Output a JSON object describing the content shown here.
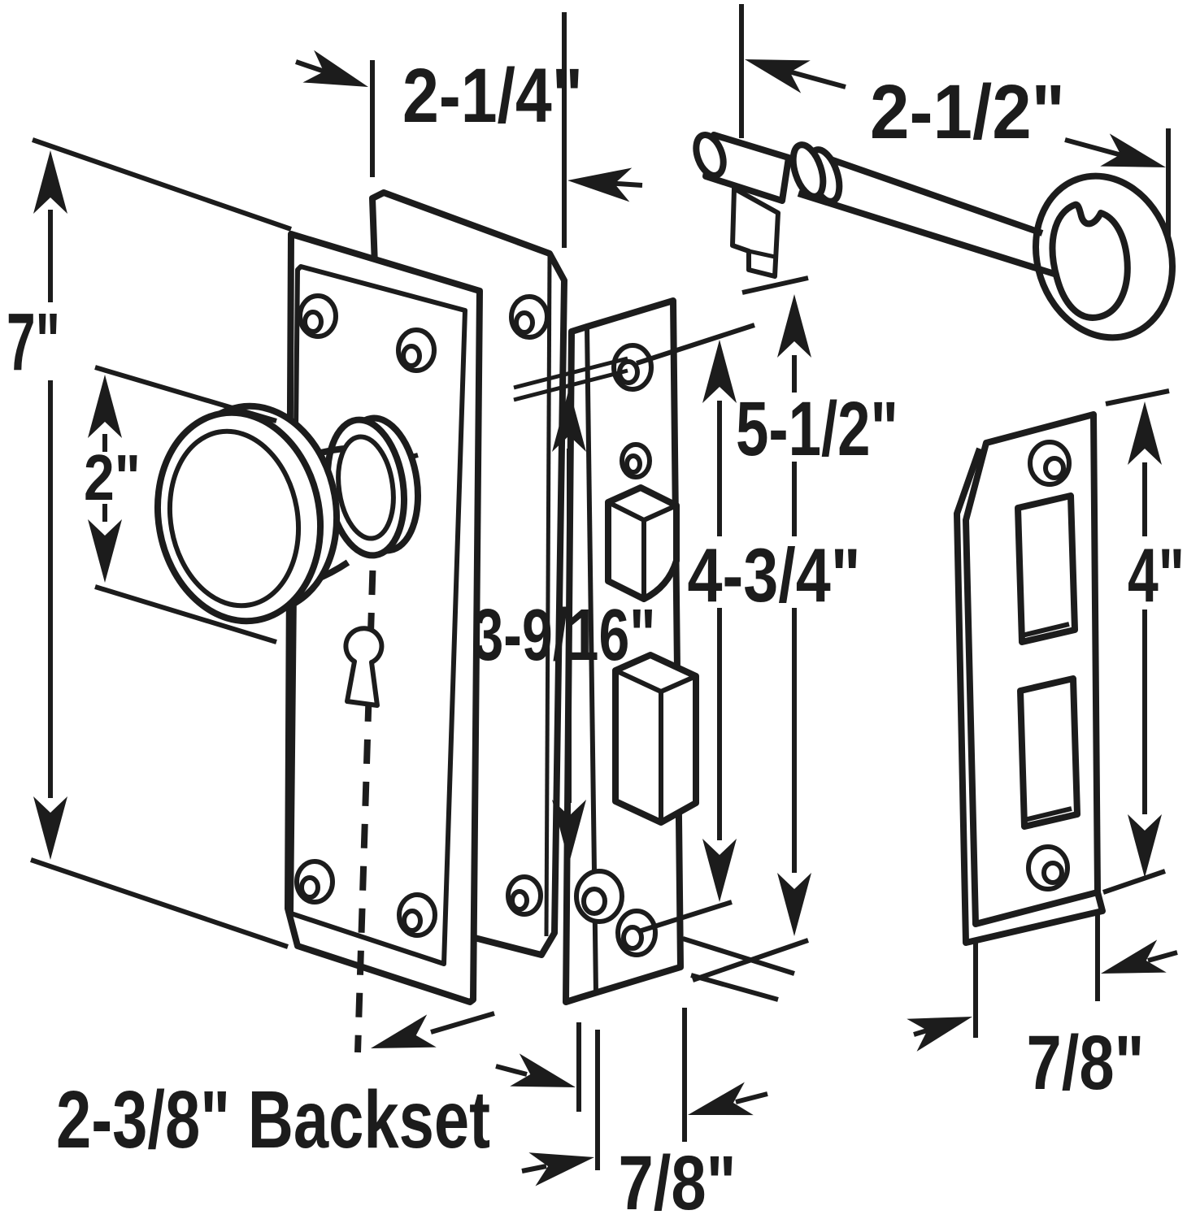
{
  "diagram": {
    "subject": "Exploded technical line drawing of a vintage mortise lock set: door knob with rose, front keyhole escutcheon plate, rear escutcheon plate, mortise lock body with latch bolt and deadbolt, skeleton key, and strike plate, annotated with dimension arrows",
    "colors": {
      "background": "#ffffff",
      "ink": "#1c1c1c"
    },
    "labels": {
      "plate_height": "7\"",
      "plate_width": "2-1/4\"",
      "key_length": "2-1/2\"",
      "knob_diameter": "2\"",
      "hub_distance": "3-9/16\"",
      "screw_spacing": "5-1/2\"",
      "lock_case_height": "4-3/4\"",
      "strike_plate_height": "4\"",
      "lock_case_width": "7/8\"",
      "strike_plate_width": "7/8\"",
      "backset": "2-3/8\" Backset"
    },
    "parts": [
      {
        "name": "door knob"
      },
      {
        "name": "front escutcheon plate with keyhole"
      },
      {
        "name": "rear escutcheon plate"
      },
      {
        "name": "mortise lock body with latch bolt and deadbolt"
      },
      {
        "name": "skeleton key"
      },
      {
        "name": "strike plate"
      }
    ]
  }
}
